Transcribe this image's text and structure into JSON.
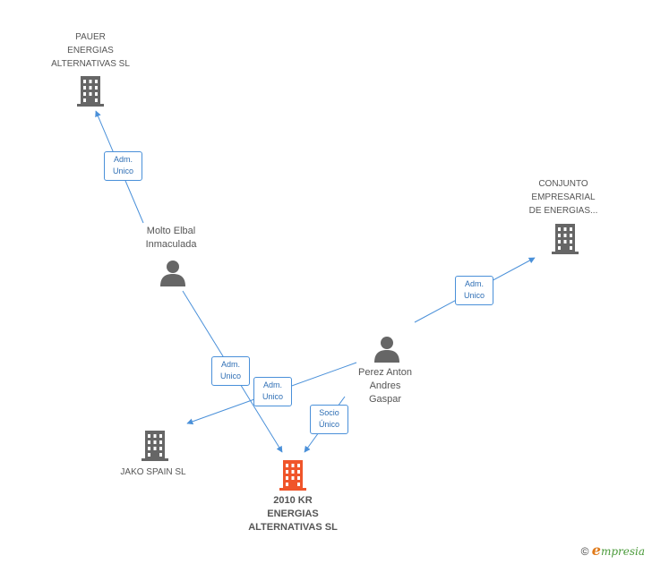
{
  "nodes": {
    "pauer": {
      "name_lines": [
        "PAUER",
        "ENERGIAS",
        "ALTERNATIVAS SL"
      ]
    },
    "conjunto": {
      "name_lines": [
        "CONJUNTO",
        "EMPRESARIAL",
        "DE ENERGIAS..."
      ]
    },
    "jako": {
      "name_lines": [
        "JAKO SPAIN SL"
      ]
    },
    "main": {
      "name_lines": [
        "2010 KR",
        "ENERGIAS",
        "ALTERNATIVAS SL"
      ]
    },
    "molto": {
      "name_lines": [
        "Molto Elbal",
        "Inmaculada"
      ]
    },
    "perez": {
      "name_lines": [
        "Perez Anton",
        "Andres",
        "Gaspar"
      ]
    }
  },
  "edges": [
    {
      "from": "molto",
      "to": "pauer",
      "label_lines": [
        "Adm.",
        "Unico"
      ]
    },
    {
      "from": "molto",
      "to": "main",
      "label_lines": [
        "Adm.",
        "Unico"
      ]
    },
    {
      "from": "perez",
      "to": "jako",
      "label_lines": [
        "Adm.",
        "Unico"
      ]
    },
    {
      "from": "perez",
      "to": "conjunto",
      "label_lines": [
        "Adm.",
        "Unico"
      ]
    },
    {
      "from": "perez",
      "to": "main",
      "label_lines": [
        "Socio",
        "Único"
      ]
    }
  ],
  "colors": {
    "edge": "#4a90d9",
    "company_icon": "#666666",
    "main_company_icon": "#f0552a",
    "person_icon": "#666666"
  },
  "footer": {
    "copyright_symbol": "©",
    "brand_initial": "e",
    "brand_rest": "mpresia"
  }
}
